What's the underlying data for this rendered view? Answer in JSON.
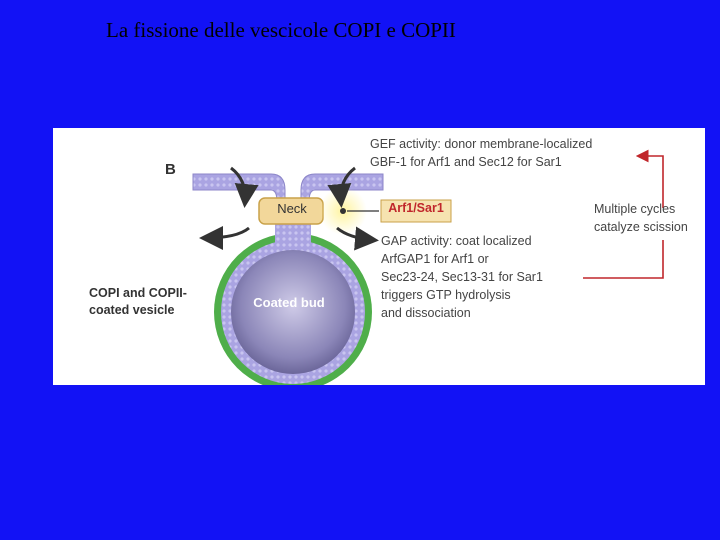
{
  "slide": {
    "title": "La fissione delle vescicole COPI e COPII"
  },
  "figure": {
    "panel_letter": "B",
    "left_label": [
      "COPI and COPII-",
      "coated vesicle"
    ],
    "neck_label": "Neck",
    "arf_label": "Arf1/Sar1",
    "bud_label": "Coated bud",
    "gef_text": [
      "GEF activity: donor membrane-localized",
      "GBF-1 for Arf1 and Sec12 for Sar1"
    ],
    "gap_text": [
      "GAP activity: coat localized",
      "ArfGAP1 for Arf1 or",
      "Sec23-24, Sec13-31 for Sar1",
      "triggers GTP hydrolysis",
      "and dissociation"
    ],
    "cycles_text": [
      "Multiple cycles",
      "catalyze scission"
    ],
    "colors": {
      "background": "#1212f5",
      "membrane": "#a9a3e0",
      "coat": "#4fae4a",
      "neck_ring": "#f2d79a",
      "arf_red": "#c0262b"
    }
  }
}
